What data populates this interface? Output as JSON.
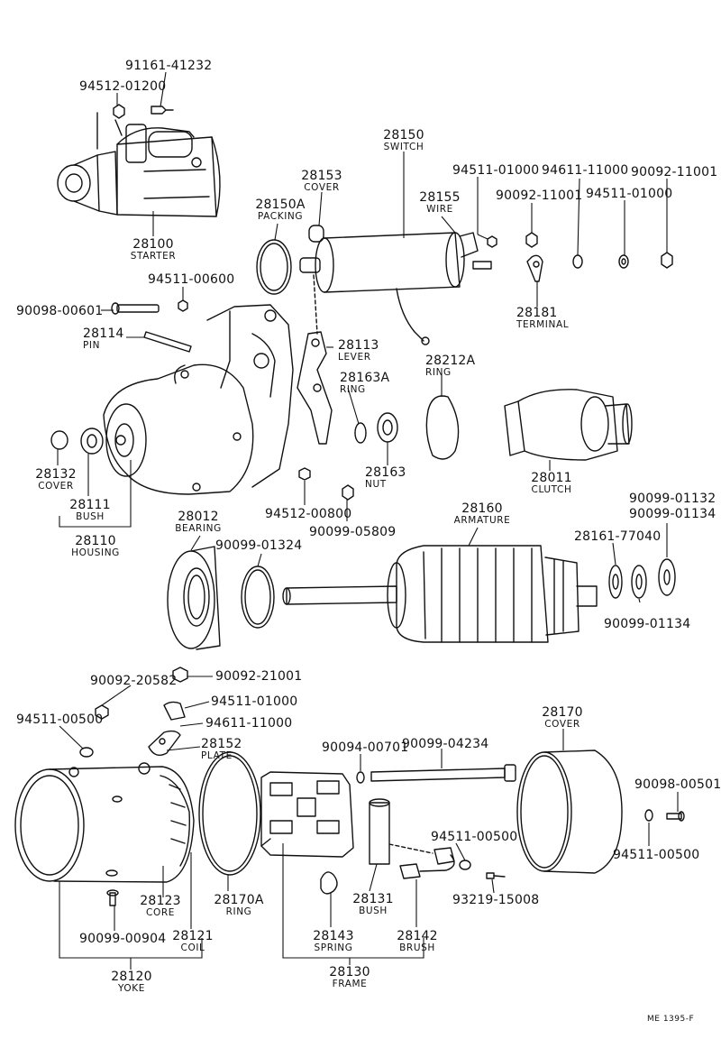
{
  "labels": {
    "p91161": {
      "pn": "91161-41232"
    },
    "p94512a": {
      "pn": "94512-01200"
    },
    "p28100": {
      "pn": "28100",
      "nm": "STARTER"
    },
    "p28150": {
      "pn": "28150",
      "nm": "SWITCH"
    },
    "p28153": {
      "pn": "28153",
      "nm": "COVER"
    },
    "p28150A": {
      "pn": "28150A",
      "nm": "PACKING"
    },
    "p28155": {
      "pn": "28155",
      "nm": "WIRE"
    },
    "p94511a": {
      "pn": "94511-01000"
    },
    "p94611a": {
      "pn": "94611-11000"
    },
    "p90092a": {
      "pn": "90092-11001"
    },
    "p90092b": {
      "pn": "90092-11001"
    },
    "p94511b": {
      "pn": "94511-01000"
    },
    "p28181": {
      "pn": "28181",
      "nm": "TERMINAL"
    },
    "p94511c": {
      "pn": "94511-00600"
    },
    "p90098a": {
      "pn": "90098-00601"
    },
    "p28114": {
      "pn": "28114",
      "nm": "PIN"
    },
    "p28113": {
      "pn": "28113",
      "nm": "LEVER"
    },
    "p28212A": {
      "pn": "28212A",
      "nm": "RING"
    },
    "p28163A": {
      "pn": "28163A",
      "nm": "RING"
    },
    "p28163": {
      "pn": "28163",
      "nm": "NUT"
    },
    "p28011": {
      "pn": "28011",
      "nm": "CLUTCH"
    },
    "p28132": {
      "pn": "28132",
      "nm": "COVER"
    },
    "p28111": {
      "pn": "28111",
      "nm": "BUSH"
    },
    "p28110": {
      "pn": "28110",
      "nm": "HOUSING"
    },
    "p94512b": {
      "pn": "94512-00800"
    },
    "p90099a": {
      "pn": "90099-05809"
    },
    "p28160": {
      "pn": "28160",
      "nm": "ARMATURE"
    },
    "p90099b": {
      "pn": "90099-01132"
    },
    "p90099c": {
      "pn": "90099-01134"
    },
    "p28012": {
      "pn": "28012",
      "nm": "BEARING"
    },
    "p90099d": {
      "pn": "90099-01324"
    },
    "p28161": {
      "pn": "28161-77040"
    },
    "p90099e": {
      "pn": "90099-01134"
    },
    "p90092c": {
      "pn": "90092-20582"
    },
    "p90092d": {
      "pn": "90092-21001"
    },
    "p94511d": {
      "pn": "94511-01000"
    },
    "p94511e": {
      "pn": "94511-00500"
    },
    "p94611b": {
      "pn": "94611-11000"
    },
    "p28152": {
      "pn": "28152",
      "nm": "PLATE"
    },
    "p28170": {
      "pn": "28170",
      "nm": "COVER"
    },
    "p90094": {
      "pn": "90094-00701"
    },
    "p90099f": {
      "pn": "90099-04234"
    },
    "p90098b": {
      "pn": "90098-00501"
    },
    "p94511f": {
      "pn": "94511-00500"
    },
    "p94511g": {
      "pn": "94511-00500"
    },
    "p93219": {
      "pn": "93219-15008"
    },
    "p28123": {
      "pn": "28123",
      "nm": "CORE"
    },
    "p28170A": {
      "pn": "28170A",
      "nm": "RING"
    },
    "p28131": {
      "pn": "28131",
      "nm": "BUSH"
    },
    "p90099g": {
      "pn": "90099-00904"
    },
    "p28121": {
      "pn": "28121",
      "nm": "COIL"
    },
    "p28143": {
      "pn": "28143",
      "nm": "SPRING"
    },
    "p28142": {
      "pn": "28142",
      "nm": "BRUSH"
    },
    "p28120": {
      "pn": "28120",
      "nm": "YOKE"
    },
    "p28130": {
      "pn": "28130",
      "nm": "FRAME"
    }
  },
  "ref_code": "ME  1395-F"
}
